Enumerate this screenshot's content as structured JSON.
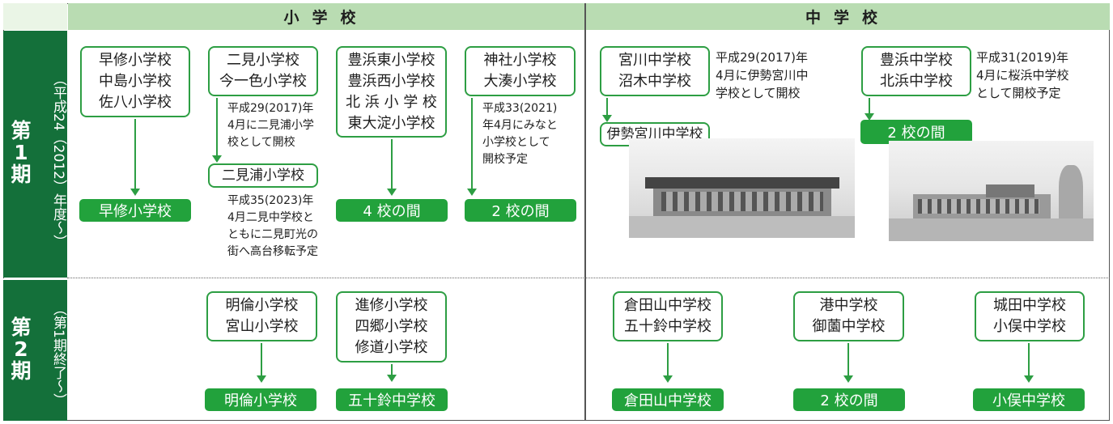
{
  "headers": {
    "elementary": "小学校",
    "junior_high": "中学校"
  },
  "periods": {
    "p1": {
      "label": "第1期",
      "sub": "（平成24（2012）年度〜）"
    },
    "p2": {
      "label": "第2期",
      "sub": "（第1期終了〜）"
    }
  },
  "elementary_p1": [
    {
      "schools": [
        "早修小学校",
        "中島小学校",
        "佐八小学校"
      ],
      "result": "早修小学校"
    },
    {
      "schools": [
        "二見小学校",
        "今一色小学校"
      ],
      "intermediate": "二見浦小学校",
      "note1": "平成29(2017)年\n4月に二見浦小学\n校として開校",
      "note2": "平成35(2023)年\n4月二見中学校と\nともに二見町光の\n街へ高台移転予定"
    },
    {
      "schools": [
        "豊浜東小学校",
        "豊浜西小学校",
        "北 浜 小 学 校",
        "東大淀小学校"
      ],
      "result": "4 校の間"
    },
    {
      "schools": [
        "神社小学校",
        "大湊小学校"
      ],
      "result": "2 校の間",
      "note": "平成33(2021)\n年4月にみなと\n小学校として\n開校予定"
    }
  ],
  "junior_p1": [
    {
      "schools": [
        "宮川中学校",
        "沼木中学校"
      ],
      "result": "伊勢宮川中学校",
      "note": "平成29(2017)年\n4月に伊勢宮川中\n学校として開校"
    },
    {
      "schools": [
        "豊浜中学校",
        "北浜中学校"
      ],
      "result": "2 校の間",
      "note": "平成31(2019)年\n4月に桜浜中学校\nとして開校予定"
    }
  ],
  "elementary_p2": [
    {
      "schools": [
        "明倫小学校",
        "宮山小学校"
      ],
      "result": "明倫小学校"
    },
    {
      "schools": [
        "進修小学校",
        "四郷小学校",
        "修道小学校"
      ],
      "result": "五十鈴中学校"
    }
  ],
  "junior_p2": [
    {
      "schools": [
        "倉田山中学校",
        "五十鈴中学校"
      ],
      "result": "倉田山中学校"
    },
    {
      "schools": [
        "港中学校",
        "御薗中学校"
      ],
      "result": "2 校の間"
    },
    {
      "schools": [
        "城田中学校",
        "小俣中学校"
      ],
      "result": "小俣中学校"
    }
  ],
  "colors": {
    "accent": "#22a23c",
    "dark": "#14703a",
    "header": "#b9dcb2"
  }
}
